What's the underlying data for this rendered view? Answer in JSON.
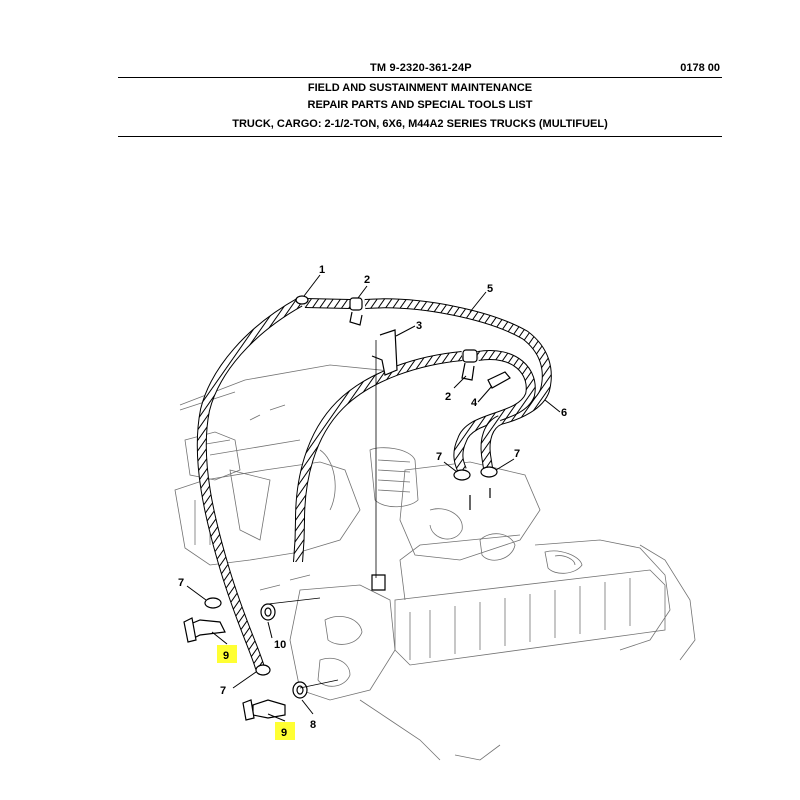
{
  "header": {
    "tm_number": "TM 9-2320-361-24P",
    "work_package": "0178 00",
    "title_line1": "FIELD AND SUSTAINMENT MAINTENANCE",
    "title_line2": "REPAIR PARTS AND SPECIAL TOOLS LIST",
    "title_line3": "TRUCK, CARGO: 2-1/2-TON, 6X6, M44A2 SERIES TRUCKS (MULTIFUEL)"
  },
  "callouts": {
    "c1": "1",
    "c2a": "2",
    "c2b": "2",
    "c3": "3",
    "c4": "4",
    "c5": "5",
    "c6": "6",
    "c7a": "7",
    "c7b": "7",
    "c7c": "7",
    "c7d": "7",
    "c8": "8",
    "c9a": "9",
    "c9b": "9",
    "c10": "10"
  },
  "highlight_color": "#ffff33"
}
